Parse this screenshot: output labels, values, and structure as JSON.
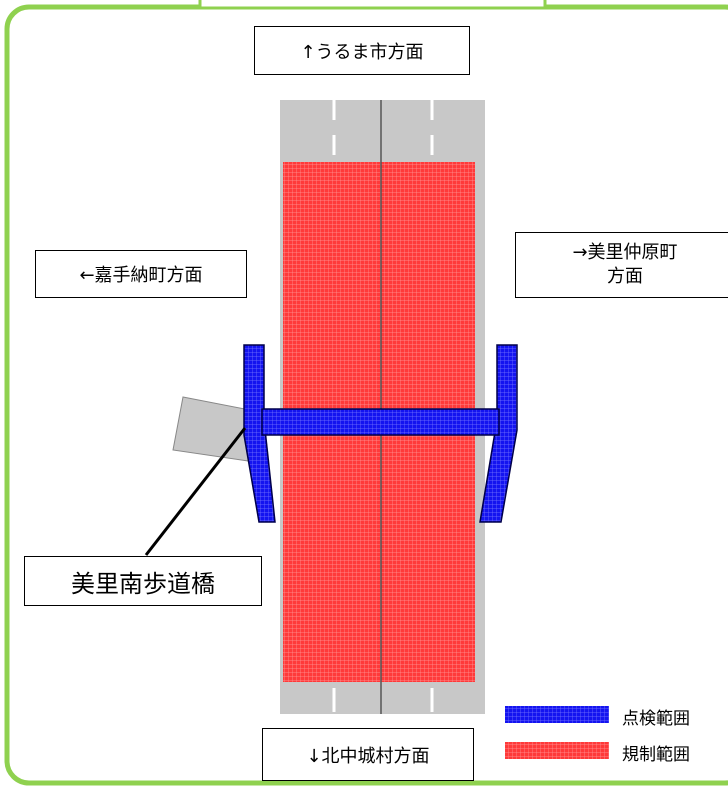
{
  "directions": {
    "north": "↑うるま市方面",
    "west": "←嘉手納町方面",
    "east_line1": "→美里仲原町",
    "east_line2": "方面",
    "south": "↓北中城村方面"
  },
  "bridge_name": "美里南歩道橋",
  "legend": [
    {
      "label": "点検範囲",
      "color": "#1a1aff"
    },
    {
      "label": "規制範囲",
      "color": "#ff3333"
    }
  ],
  "colors": {
    "frame": "#8fd14f",
    "road": "#c8c8c8",
    "inspection": "#1a1aff",
    "regulation": "#ff3333"
  }
}
